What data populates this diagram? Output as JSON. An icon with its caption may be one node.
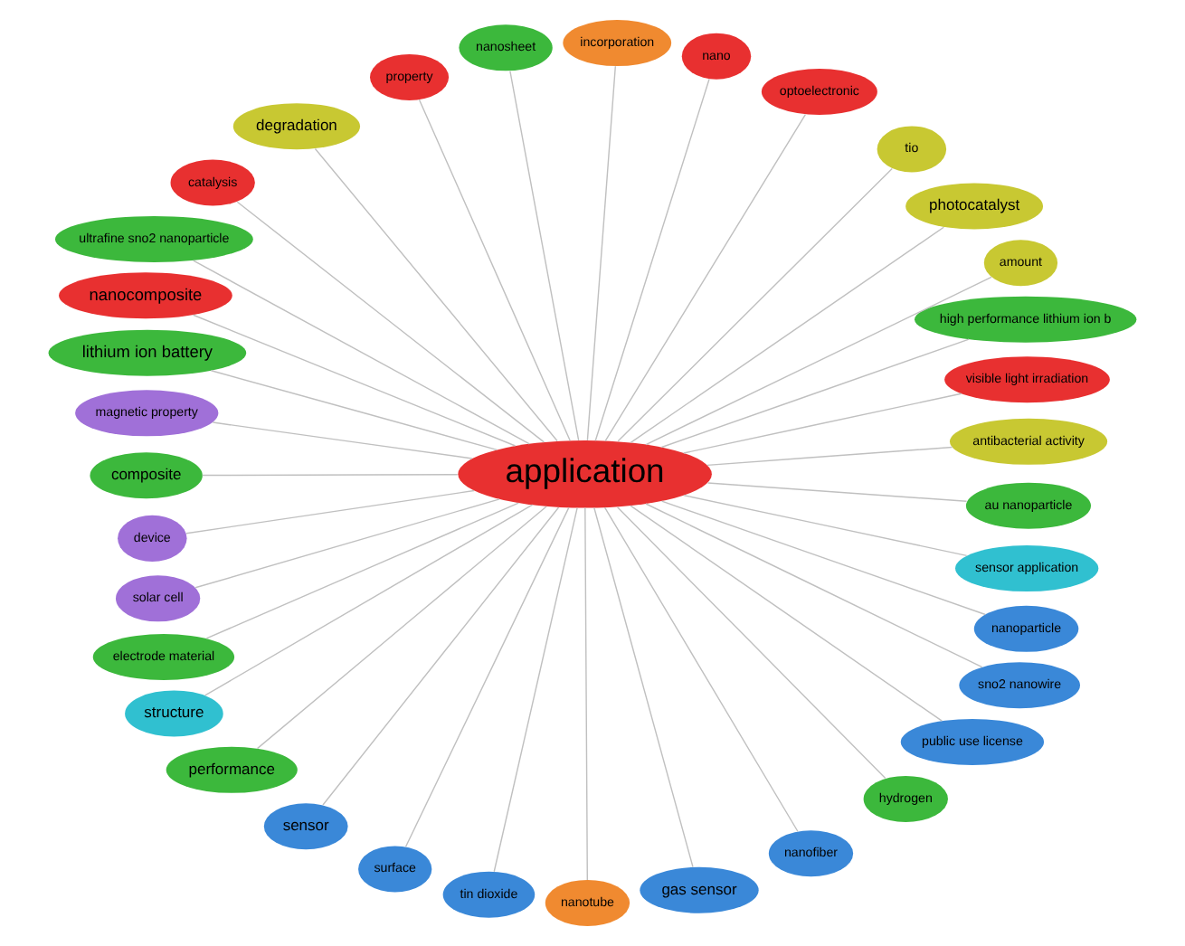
{
  "diagram": {
    "nodes": [
      {
        "text": [
          "antibacterial activity"
        ]
      },
      {
        "text": [
          "visible light irradiation"
        ]
      },
      {
        "text": [
          "high performance lithium ion b"
        ]
      },
      {
        "text": [
          "amount"
        ]
      },
      {
        "text": [
          "photocatalyst"
        ]
      },
      {
        "text": [
          "tio"
        ]
      },
      {
        "text": [
          "optoelectronic"
        ]
      },
      {
        "text": [
          "nano"
        ]
      },
      {
        "text": [
          "incorporation"
        ]
      },
      {
        "text": [
          "nanosheet"
        ]
      },
      {
        "text": [
          "property"
        ]
      },
      {
        "text": [
          "degradation"
        ]
      },
      {
        "text": [
          "catalysis"
        ]
      },
      {
        "text": [
          "ultrafine sno2 nanoparticle"
        ]
      },
      {
        "text": [
          "nanocomposite"
        ]
      },
      {
        "text": [
          "lithium ion battery"
        ]
      },
      {
        "text": [
          "magnetic property"
        ]
      },
      {
        "text": [
          "application"
        ]
      },
      {
        "text": [
          "composite"
        ]
      },
      {
        "text": [
          "device"
        ]
      },
      {
        "text": [
          "solar cell"
        ]
      },
      {
        "text": [
          "electrode material"
        ]
      },
      {
        "text": [
          "structure"
        ]
      },
      {
        "text": [
          "performance"
        ]
      },
      {
        "text": [
          "sensor"
        ]
      },
      {
        "text": [
          "surface"
        ]
      },
      {
        "text": [
          "tin dioxide"
        ]
      },
      {
        "text": [
          "nanotube"
        ]
      },
      {
        "text": [
          "gas sensor"
        ]
      },
      {
        "text": [
          "nanofiber"
        ]
      },
      {
        "text": [
          "hydrogen"
        ]
      },
      {
        "text": [
          "public use license"
        ]
      },
      {
        "text": [
          "sno2 nanowire"
        ]
      },
      {
        "text": [
          "nanoparticle"
        ]
      },
      {
        "text": [
          "sensor application"
        ]
      },
      {
        "text": [
          "au nanoparticle"
        ]
      }
    ],
    "edges": [
      {
        "from": 17,
        "to": 0,
        "arrow": "none"
      },
      {
        "from": 17,
        "to": 1,
        "arrow": "none"
      },
      {
        "from": 17,
        "to": 2,
        "arrow": "none"
      },
      {
        "from": 17,
        "to": 3,
        "arrow": "none"
      },
      {
        "from": 17,
        "to": 4,
        "arrow": "none"
      },
      {
        "from": 17,
        "to": 5,
        "arrow": "none"
      },
      {
        "from": 17,
        "to": 6,
        "arrow": "none"
      },
      {
        "from": 17,
        "to": 7,
        "arrow": "none"
      },
      {
        "from": 17,
        "to": 8,
        "arrow": "none"
      },
      {
        "from": 17,
        "to": 9,
        "arrow": "none"
      },
      {
        "from": 17,
        "to": 10,
        "arrow": "none"
      },
      {
        "from": 17,
        "to": 11,
        "arrow": "none"
      },
      {
        "from": 17,
        "to": 12,
        "arrow": "none"
      },
      {
        "from": 17,
        "to": 13,
        "arrow": "none"
      },
      {
        "from": 17,
        "to": 14,
        "arrow": "none"
      },
      {
        "from": 17,
        "to": 15,
        "arrow": "none"
      },
      {
        "from": 17,
        "to": 16,
        "arrow": "none"
      },
      {
        "from": 17,
        "to": 18,
        "arrow": "none"
      },
      {
        "from": 17,
        "to": 19,
        "arrow": "none"
      },
      {
        "from": 17,
        "to": 20,
        "arrow": "none"
      },
      {
        "from": 17,
        "to": 21,
        "arrow": "none"
      },
      {
        "from": 17,
        "to": 22,
        "arrow": "none"
      },
      {
        "from": 17,
        "to": 23,
        "arrow": "none"
      },
      {
        "from": 17,
        "to": 24,
        "arrow": "none"
      },
      {
        "from": 17,
        "to": 25,
        "arrow": "none"
      },
      {
        "from": 17,
        "to": 26,
        "arrow": "none"
      },
      {
        "from": 17,
        "to": 27,
        "arrow": "none"
      },
      {
        "from": 17,
        "to": 28,
        "arrow": "none"
      },
      {
        "from": 17,
        "to": 29,
        "arrow": "none"
      },
      {
        "from": 17,
        "to": 30,
        "arrow": "none"
      },
      {
        "from": 17,
        "to": 31,
        "arrow": "none"
      },
      {
        "from": 17,
        "to": 32,
        "arrow": "none"
      },
      {
        "from": 17,
        "to": 33,
        "arrow": "none"
      },
      {
        "from": 17,
        "to": 34,
        "arrow": "none"
      },
      {
        "from": 17,
        "to": 35,
        "arrow": "none"
      }
    ]
  }
}
